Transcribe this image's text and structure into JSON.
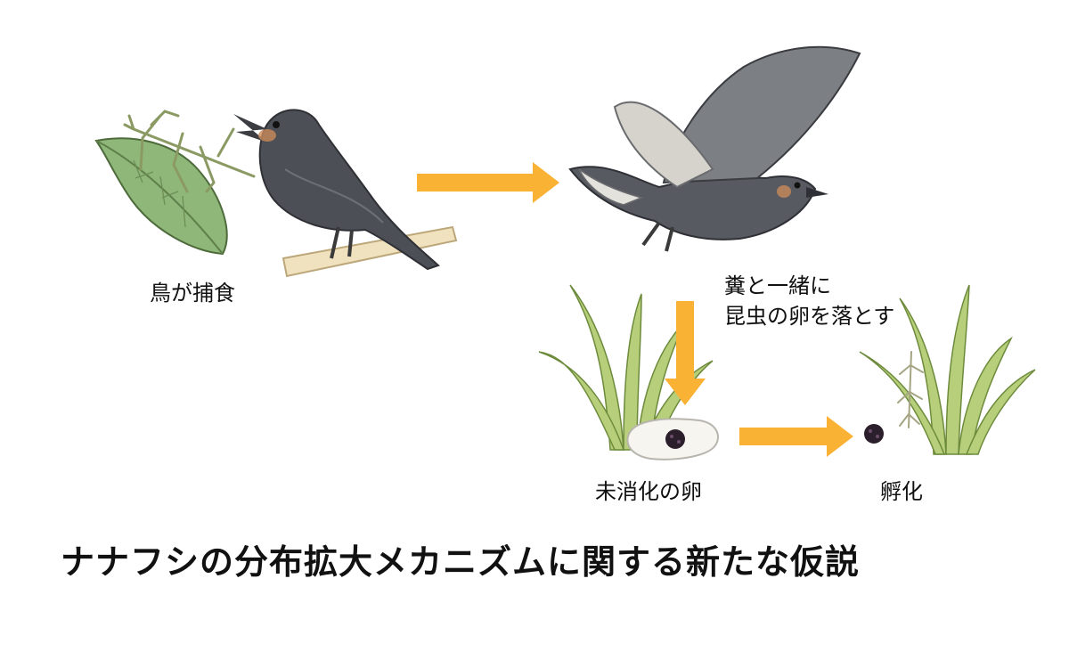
{
  "labels": {
    "predation": "鳥が捕食",
    "drop_line1": "糞と一緒に",
    "drop_line2": "昆虫の卵を落とす",
    "undigested": "未消化の卵",
    "hatching": "孵化"
  },
  "title": "ナナフシの分布拡大メカニズムに関する新たな仮説",
  "colors": {
    "arrow": "#f9b233",
    "leaf": "#8fb779",
    "bird": "#4c4f55",
    "grass": "#b7cf7a",
    "egg": "#2b1f2b"
  },
  "icons": [
    "leaf-icon",
    "stick-insect-icon",
    "perched-bird-icon",
    "flying-bird-icon",
    "grass-icon",
    "dropping-icon",
    "egg-icon"
  ]
}
